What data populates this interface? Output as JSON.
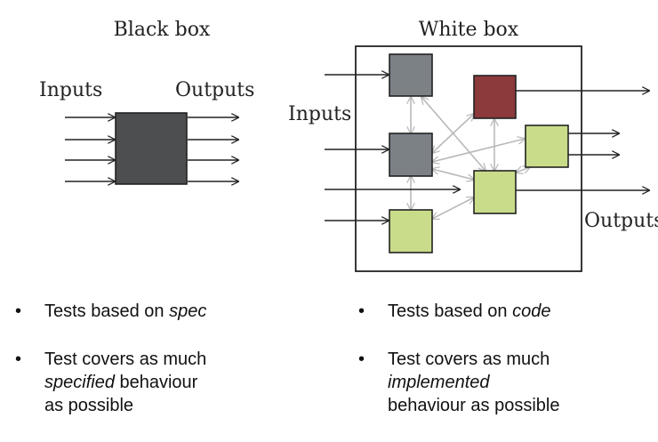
{
  "black_box": {
    "title": "Black box",
    "inputs_label": "Inputs",
    "outputs_label": "Outputs",
    "colors": {
      "box": "#4d4e50"
    }
  },
  "white_box": {
    "title": "White box",
    "inputs_label": "Inputs",
    "outputs_label": "Outputs",
    "colors": {
      "gray_node": "#7c8186",
      "red_node": "#8c3a3c",
      "green_node": "#c9dc8a",
      "connector": "#b9b9b9"
    }
  },
  "bullets_left": [
    {
      "pre": "Tests based on ",
      "em": "spec",
      "post": ""
    },
    {
      "line1": "Test covers as much",
      "line2_em": "specified",
      "line2_rest": " behaviour",
      "line3": "as possible"
    }
  ],
  "bullets_right": [
    {
      "pre": "Tests based on ",
      "em": "code",
      "post": ""
    },
    {
      "line1": "Test covers as much",
      "line2_em": "implemented",
      "line3": "behaviour as possible"
    }
  ]
}
